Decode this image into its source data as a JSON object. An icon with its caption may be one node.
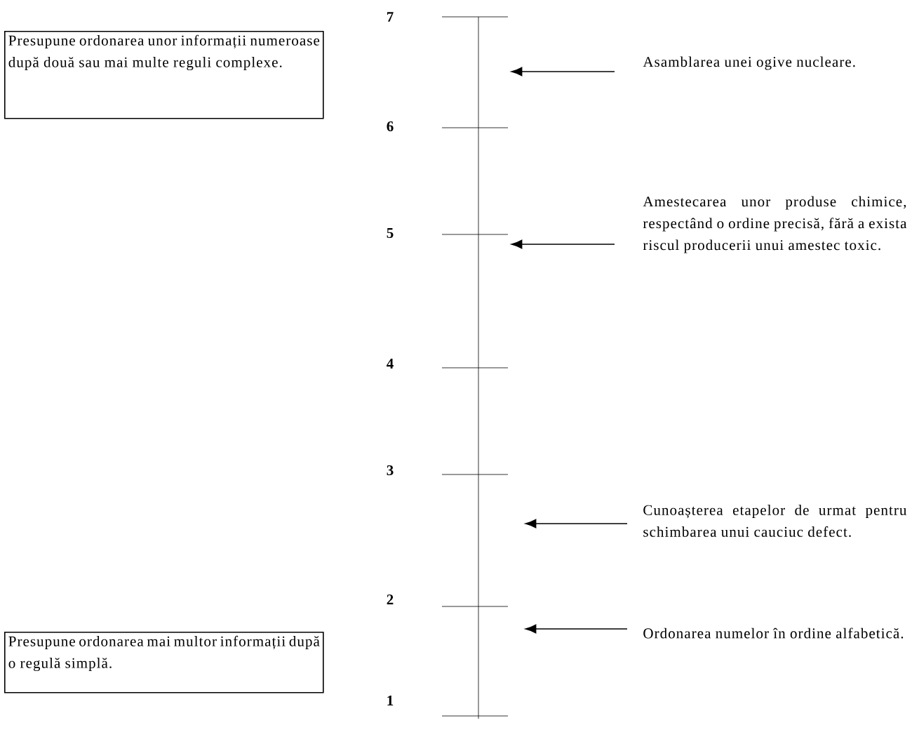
{
  "diagram": {
    "nodes": [
      {
        "text": [
          "Presupune ordonarea unor informații numeroase după două sau mai multe reguli complexe."
        ]
      },
      {
        "text": [
          "Presupune ordonarea mai multor informații după o regulă simplă."
        ]
      },
      {
        "text": [
          "Asamblarea unei ogive nucleare."
        ]
      },
      {
        "text": [
          "Amestecarea unor produse chimice, respectând o ordine precisă, fără a exista riscul producerii unui amestec toxic."
        ]
      },
      {
        "text": [
          "Cunoașterea etapelor de urmat pentru schimbarea unui cauciuc defect."
        ]
      },
      {
        "text": [
          "Ordonarea numelor în ordine alfabetică."
        ]
      },
      {
        "text": [],
        "shape": "line"
      }
    ],
    "edges": [
      {
        "from": 2,
        "to": 6,
        "arrow": "to"
      },
      {
        "from": 3,
        "to": 6,
        "arrow": "to"
      },
      {
        "from": 4,
        "to": 6,
        "arrow": "to"
      },
      {
        "from": 5,
        "to": 6,
        "arrow": "to"
      }
    ],
    "labels": [
      "7",
      "6",
      "5",
      "4",
      "3",
      "2",
      "1"
    ]
  }
}
